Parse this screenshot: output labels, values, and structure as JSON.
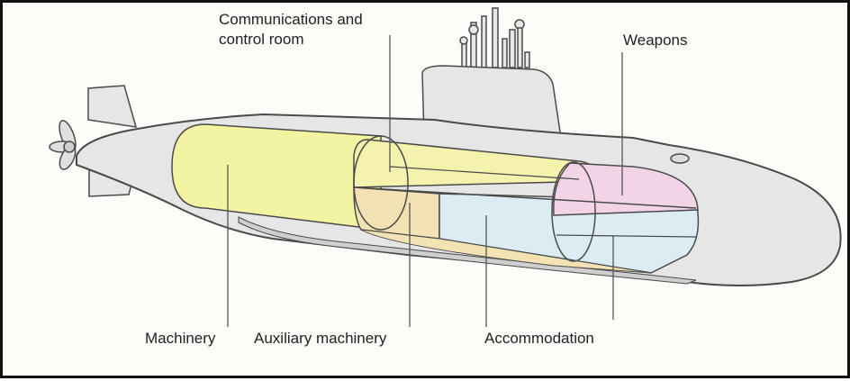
{
  "labels": {
    "communications": [
      "Communications and",
      "control room"
    ],
    "weapons": "Weapons",
    "machinery": "Machinery",
    "auxiliary_machinery": "Auxiliary machinery",
    "accommodation": "Accommodation"
  },
  "colors": {
    "hull": "#e6e6e6",
    "hull_outline": "#4a4a4a",
    "machinery": "#f3f4a2",
    "auxiliary_machinery": "#f3e3b4",
    "communications": "#f4f2ad",
    "accommodation": "#dcecf2",
    "weapons": "#f2d4e6",
    "leader_line": "#555555"
  }
}
